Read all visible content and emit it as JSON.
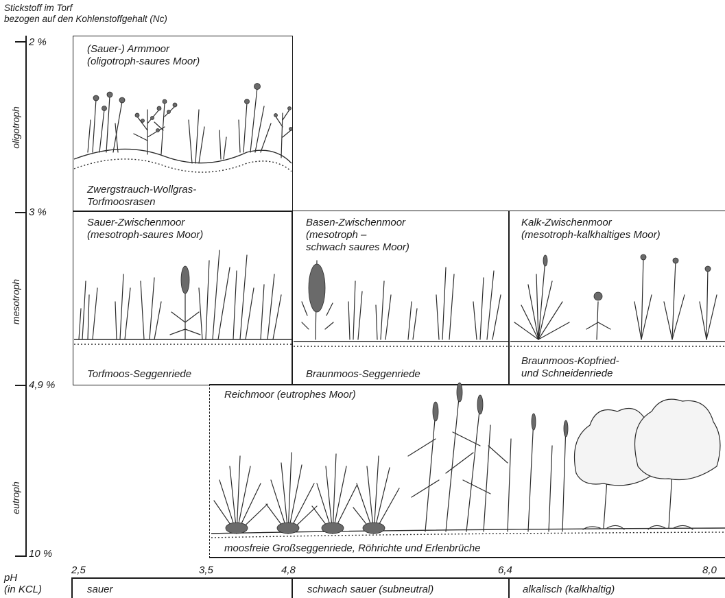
{
  "header": {
    "line1": "Stickstoff im Torf",
    "line2": "bezogen auf den Kohlenstoffgehalt (Nc)"
  },
  "y_axis": {
    "ticks": [
      "2 %",
      "3 %",
      "4,9 %",
      "10 %"
    ],
    "zones": [
      "oligotroph",
      "mesotroph",
      "eutroph"
    ]
  },
  "x_axis": {
    "label_line1": "pH",
    "label_line2": "(in KCL)",
    "ticks": [
      "2,5",
      "3,5",
      "4,8",
      "6,4",
      "8,0"
    ],
    "zones": [
      "sauer",
      "schwach sauer (subneutral)",
      "alkalisch (kalkhaltig)"
    ]
  },
  "boxes": {
    "armmoor": {
      "title1": "(Sauer-) Armmoor",
      "title2": "(oligotroph-saures Moor)",
      "veg1": "Zwergstrauch-Wollgras-",
      "veg2": "Torfmoosrasen"
    },
    "sauer_zw": {
      "title1": "Sauer-Zwischenmoor",
      "title2": "(mesotroph-saures Moor)",
      "veg": "Torfmoos-Seggenriede"
    },
    "basen_zw": {
      "title1": "Basen-Zwischenmoor",
      "title2": "(mesotroph –",
      "title3": "schwach saures Moor)",
      "veg": "Braunmoos-Seggenriede"
    },
    "kalk_zw": {
      "title1": "Kalk-Zwischenmoor",
      "title2": "(mesotroph-kalkhaltiges Moor)",
      "veg1": "Braunmoos-Kopfried-",
      "veg2": "und Schneidenriede"
    },
    "reichmoor": {
      "title": "Reichmoor (eutrophes Moor)",
      "veg": "moosfreie Großseggenriede, Röhrichte und Erlenbrüche"
    }
  }
}
